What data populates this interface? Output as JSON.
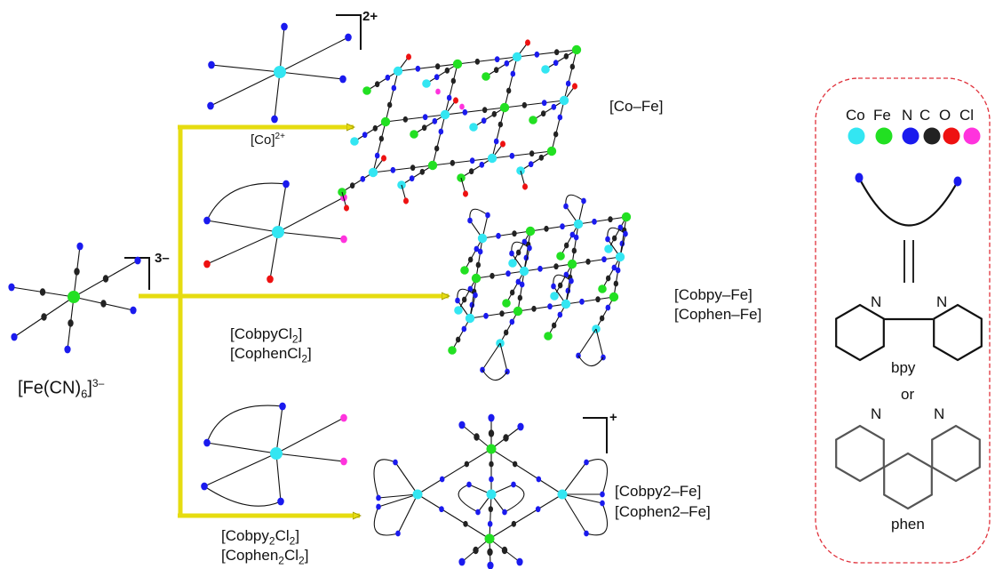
{
  "colors": {
    "Co": "#33e6f2",
    "Fe": "#22e022",
    "N": "#1a1aee",
    "C": "#222222",
    "O": "#ee1111",
    "Cl": "#ff33dd",
    "arrow": "#e6dc10",
    "arrow_edge": "#9a9400",
    "legend_border": "#e0303a"
  },
  "precursor": {
    "label_main": "[Fe(CN)",
    "label_sub": "6",
    "label_close": "]",
    "label_sup": "3–",
    "charge": "3–"
  },
  "reactants": {
    "co": {
      "label_main": "[Co]",
      "label_sup": "2+",
      "charge": "2+"
    },
    "cobpy": {
      "line1_main": "[CobpyCl",
      "line1_sub": "2",
      "line1_close": "]",
      "line2_main": "[CophenCl",
      "line2_sub": "2",
      "line2_close": "]"
    },
    "cobpy2": {
      "line1_main": "[Cobpy",
      "line1_sub": "2",
      "line1_mid": "Cl",
      "line1_sub2": "2",
      "line1_close": "]",
      "line2_main": "[Cophen",
      "line2_sub": "2",
      "line2_mid": "Cl",
      "line2_sub2": "2",
      "line2_close": "]"
    }
  },
  "products": {
    "cofe": {
      "label": "[Co–Fe]"
    },
    "cobpyfe": {
      "line1": "[Cobpy–Fe]",
      "line2": "[Cophen–Fe]"
    },
    "cobpy2fe": {
      "line1": "[Cobpy2–Fe]",
      "line2": "[Cophen2–Fe]",
      "charge": "+"
    }
  },
  "legend": {
    "elements": [
      "Co",
      "Fe",
      "N",
      "C",
      "O",
      "Cl"
    ],
    "bpy_label": "bpy",
    "or_label": "or",
    "phen_label": "phen",
    "n_atom": "N"
  }
}
